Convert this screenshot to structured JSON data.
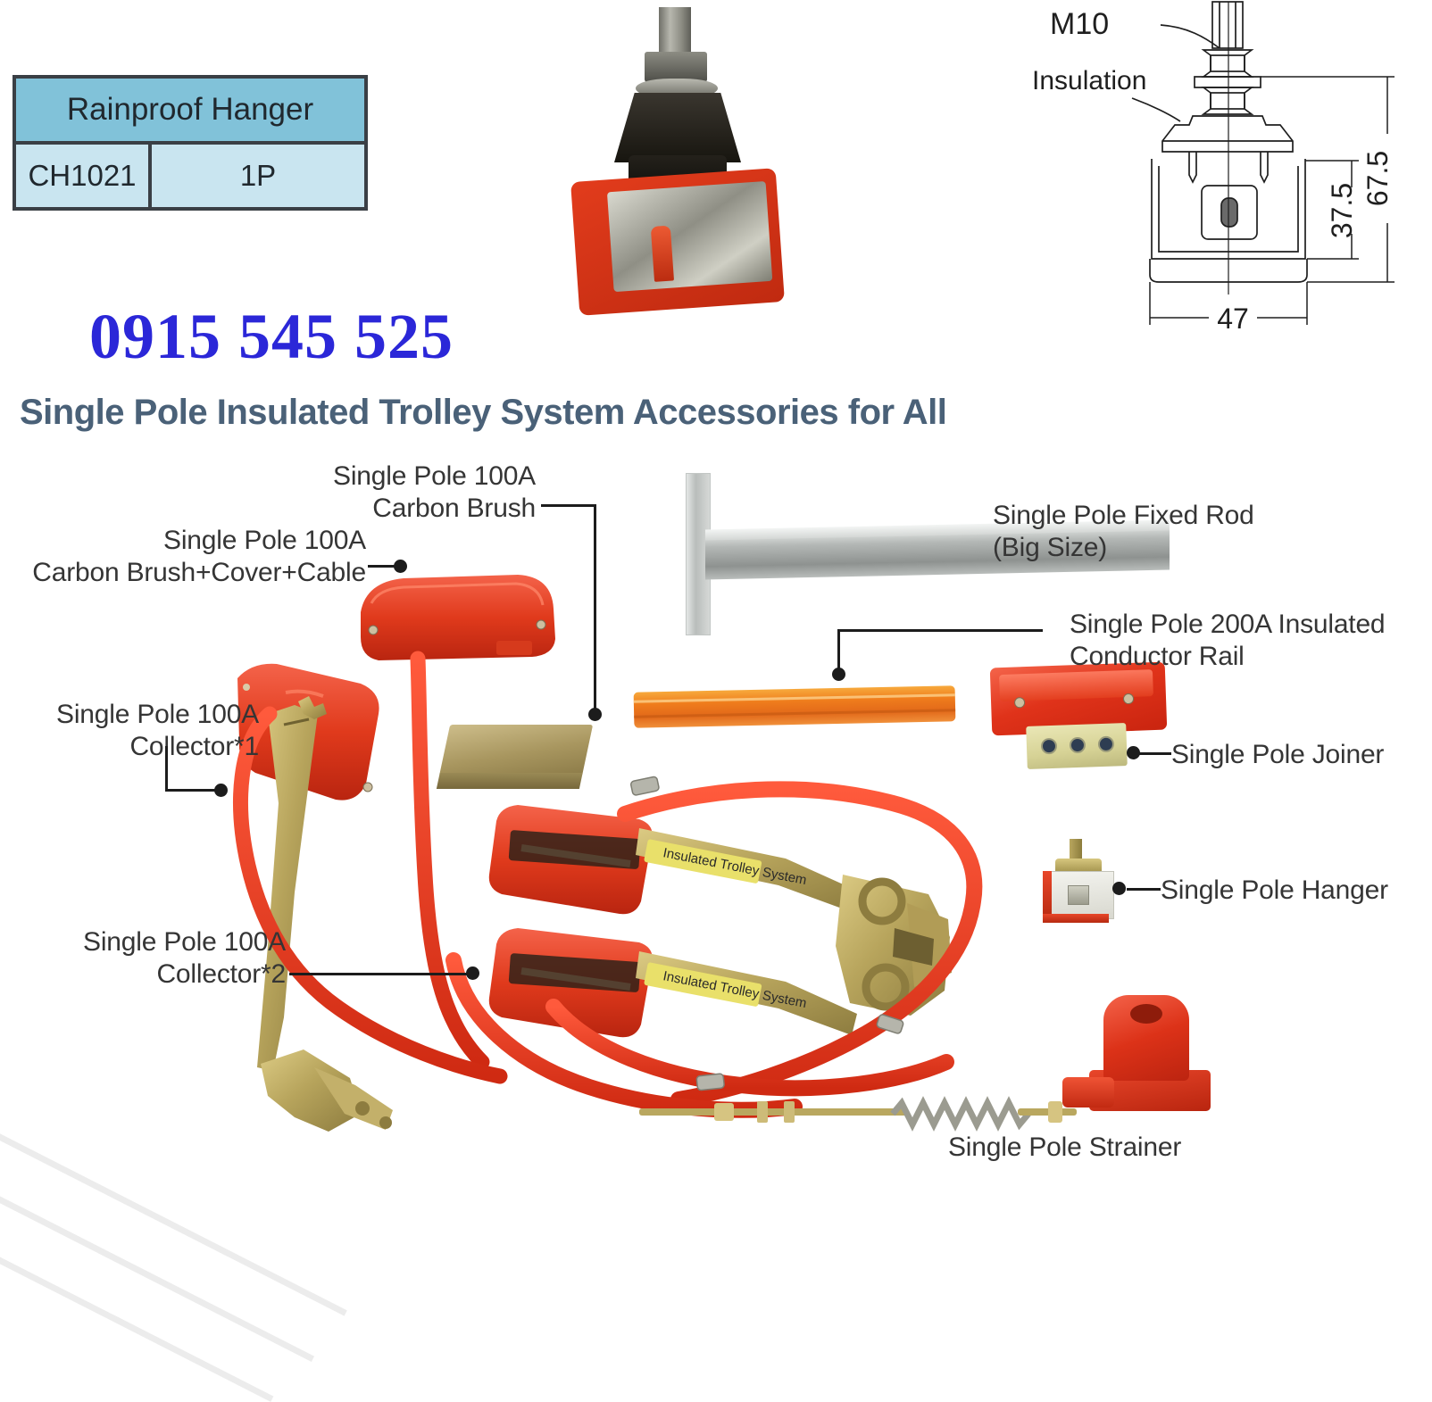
{
  "spec_table": {
    "header": "Rainproof Hanger",
    "rows": [
      {
        "code": "CH1021",
        "poles": "1P"
      }
    ]
  },
  "phone": "0915 545 525",
  "main_heading": "Single Pole Insulated Trolley System Accessories for All",
  "technical_drawing": {
    "thread_label": "M10",
    "insulation_label": "Insulation",
    "dim_total_height": "67.5",
    "dim_lower_height": "37.5",
    "dim_width": "47"
  },
  "callouts": {
    "carbon_brush": "Single Pole 100A\nCarbon Brush",
    "carbon_brush_cover_cable": "Single Pole 100A\nCarbon Brush+Cover+Cable",
    "collector_1": "Single Pole 100A\nCollector*1",
    "collector_2": "Single Pole 100A\nCollector*2",
    "fixed_rod": "Single Pole Fixed Rod\n(Big Size)",
    "conductor_rail": "Single Pole 200A Insulated\nConductor Rail",
    "joiner": "Single Pole Joiner",
    "hanger": "Single Pole Hanger",
    "strainer": "Single Pole Strainer"
  },
  "brand_labels": {
    "collector_arm": "Insulated Trolley System"
  },
  "colors": {
    "heading": "#4a6178",
    "phone": "#2b27d8",
    "table_header_bg": "#81c2d9",
    "table_body_bg": "#c9e5f0",
    "table_border": "#3a3f45",
    "callout_text": "#353535",
    "product_red": "#dd3418",
    "rail_orange": "#ef7c1c",
    "joiner_yellow": "#d6d295",
    "metal_gold": "#b9a75f"
  }
}
